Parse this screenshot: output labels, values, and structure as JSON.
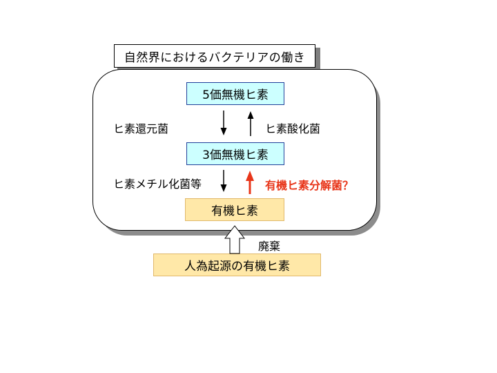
{
  "title": "自然界におけるバクテリアの働き",
  "nodes": {
    "arsenic5": "5価無機ヒ素",
    "arsenic3": "3価無機ヒ素",
    "organic": "有機ヒ素",
    "anthropogenic": "人為起源の有機ヒ素"
  },
  "labels": {
    "reducing": "ヒ素還元菌",
    "oxidizing": "ヒ素酸化菌",
    "methylating": "ヒ素メチル化菌等",
    "decomposing": "有機ヒ素分解菌？",
    "disposal": "廃棄"
  },
  "colors": {
    "cyan_box": "#ccffff",
    "cream_box": "#ffe8a8",
    "red_accent": "#e8361a"
  }
}
